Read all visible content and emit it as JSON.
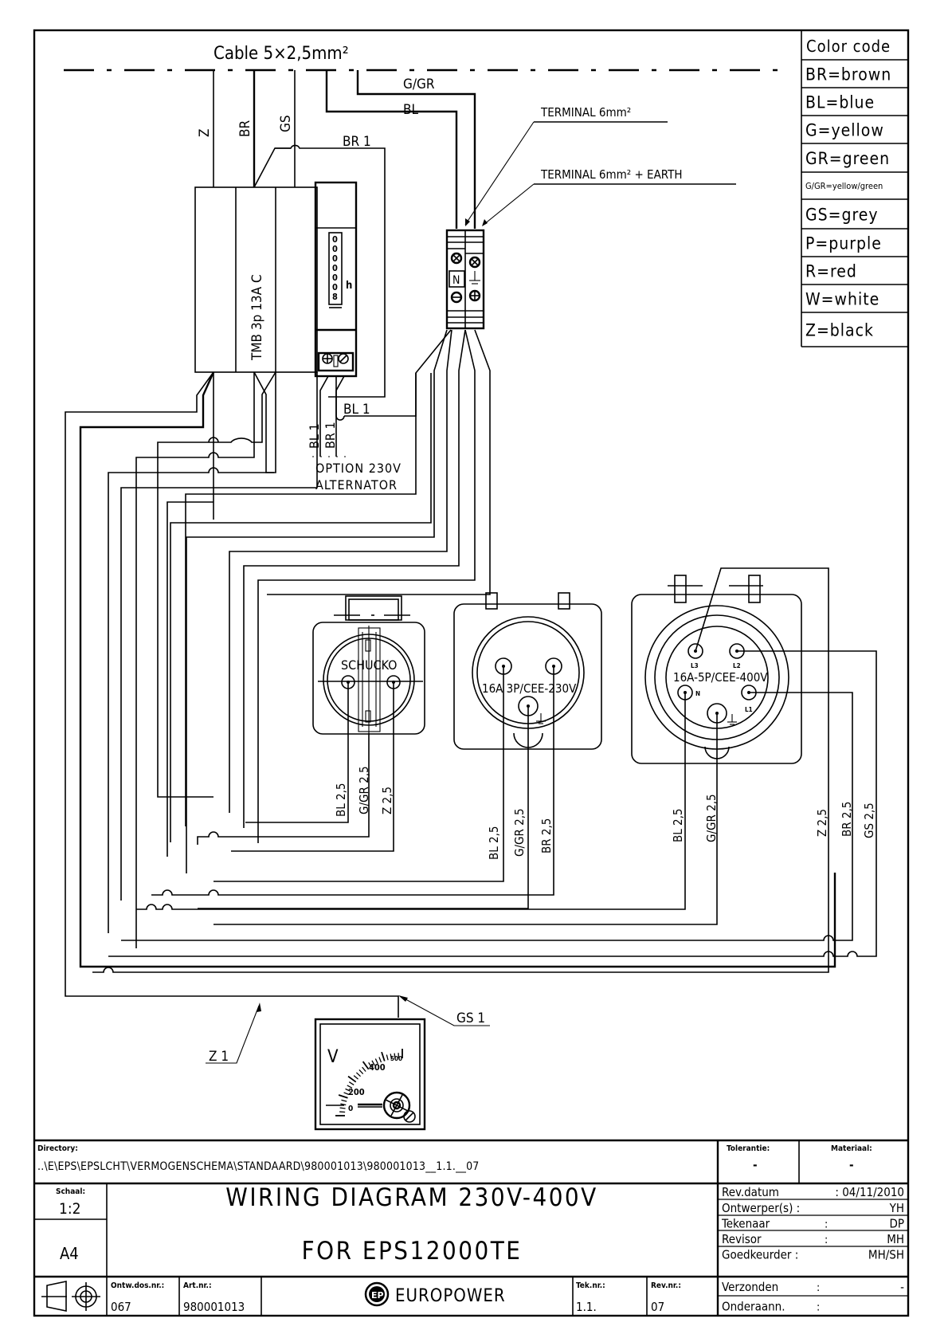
{
  "cable": {
    "label": "Cable 5×2,5mm²"
  },
  "wire_labels_top": {
    "z": "Z",
    "br": "BR",
    "gs": "GS",
    "gg": "G/GR",
    "bl": "BL",
    "br1": "BR 1"
  },
  "terminals": {
    "terminal": "TERMINAL 6mm²",
    "terminal_earth": "TERMINAL 6mm² + EARTH",
    "n_mark": "N"
  },
  "breaker": {
    "label": "TMB 3p 13A C"
  },
  "hour_meter": {
    "digits": [
      "0",
      "0",
      "0",
      "0",
      "0",
      "0",
      "8"
    ],
    "unit": "h"
  },
  "alternator": {
    "bl1": "BL 1",
    "bl1_v": "BL 1",
    "br1_v": "BR 1",
    "line1": "OPTION 230V",
    "line2": "ALTERNATOR"
  },
  "sockets": {
    "schucko": {
      "label": "SCHUCKO",
      "wires": [
        "BL 2,5",
        "G/GR 2,5",
        "Z 2,5"
      ]
    },
    "cee230": {
      "label": "16A 3P/CEE-230V",
      "wires": [
        "BL 2,5",
        "G/GR 2,5",
        "BR 2,5"
      ]
    },
    "cee400": {
      "label": "16A-5P/CEE-400V",
      "pins": [
        "L3",
        "L2",
        "N",
        "L1"
      ],
      "wires_left": [
        "BL 2,5",
        "G/GR 2,5"
      ],
      "wires_right": [
        "Z 2,5",
        "BR 2,5",
        "GS 2,5"
      ]
    }
  },
  "voltmeter": {
    "unit": "V",
    "scale": [
      "0",
      "200",
      "400",
      "500"
    ],
    "z1": "Z 1",
    "gs1": "GS 1"
  },
  "color_code": {
    "title": "Color code",
    "entries": [
      "BR=brown",
      "BL=blue",
      "G=yellow",
      "GR=green",
      "G/GR=yellow/green",
      "GS=grey",
      "P=purple",
      "R=red",
      "W=white",
      "Z=black"
    ]
  },
  "title_block": {
    "directory_label": "Directory:",
    "directory": "..\\E\\EPS\\EPSLCHT\\VERMOGENSCHEMA\\STANDAARD\\980001013\\980001013__1.1.__07",
    "tolerantie_label": "Tolerantie:",
    "tolerantie": "-",
    "materiaal_label": "Materiaal:",
    "materiaal": "-",
    "schaal_label": "Schaal:",
    "schaal": "1:2",
    "format": "A4",
    "title1": "WIRING DIAGRAM 230V-400V",
    "title2": "FOR EPS12000TE",
    "ontw_label": "Ontw.dos.nr.:",
    "ontw": "067",
    "art_label": "Art.nr.:",
    "art": "980001013",
    "brand": "EUROPOWER",
    "tek_label": "Tek.nr.:",
    "tek": "1.1.",
    "rev_label": "Rev.nr.:",
    "rev": "07",
    "info": [
      {
        "k": "Rev.datum",
        "v": ": 04/11/2010"
      },
      {
        "k": "Ontwerper(s) :",
        "v": "YH"
      },
      {
        "k": "Tekenaar",
        "v": "DP"
      },
      {
        "k": "Revisor",
        "v": "MH"
      },
      {
        "k": "Goedkeurder :",
        "v": "MH/SH"
      },
      {
        "k": "Verzonden",
        "v": "-"
      },
      {
        "k": "Onderaann.",
        "v": ""
      }
    ]
  }
}
